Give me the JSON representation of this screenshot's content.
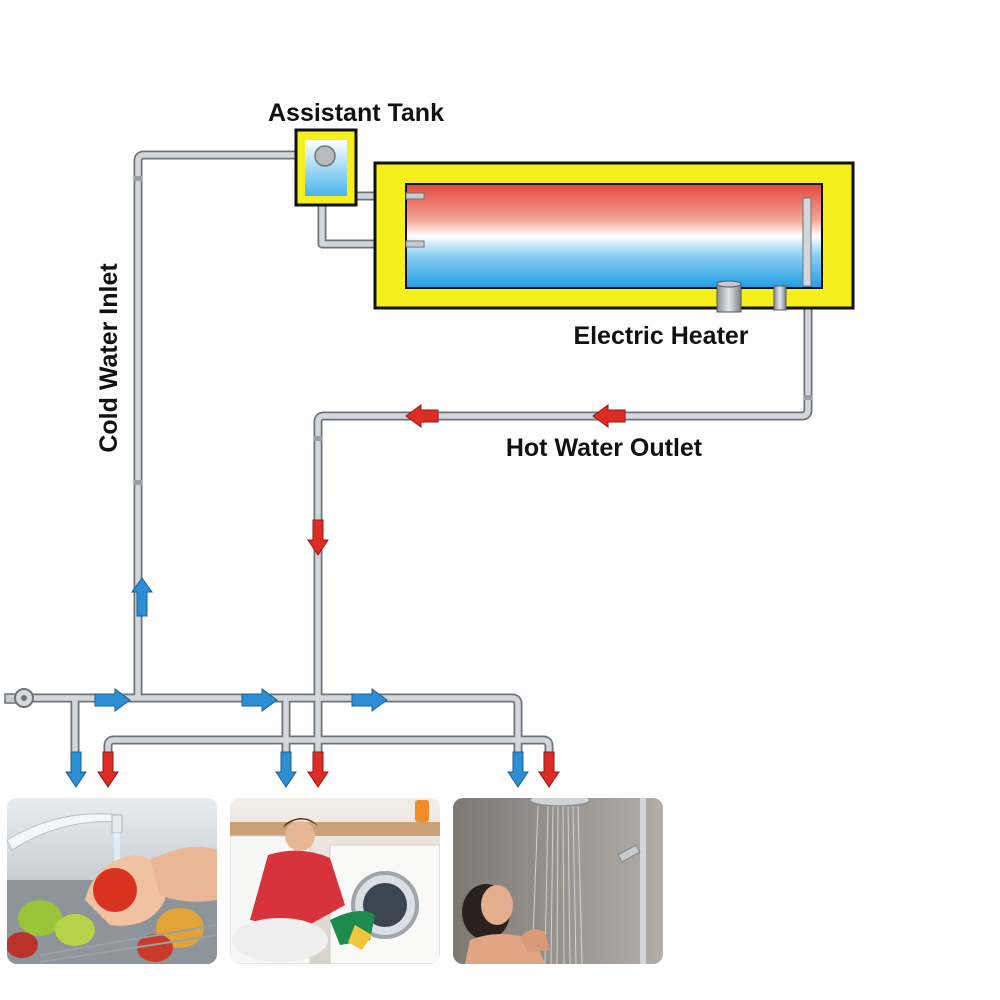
{
  "labels": {
    "assistant_tank": "Assistant Tank",
    "cold_water_inlet": "Cold Water Inlet",
    "electric_heater": "Electric Heater",
    "hot_water_outlet": "Hot Water Outlet"
  },
  "colors": {
    "pipe": "#c8ccd0",
    "pipe_edge": "#6f7378",
    "insulation": "#f5ef1d",
    "hot_water": "#e85045",
    "cold_water": "#38a8e6",
    "hot_arrow": "#dd2c26",
    "cold_arrow": "#2c8fd6"
  },
  "photos": [
    {
      "name": "kitchen-washing-photo",
      "scene": "hands washing fruit under faucet"
    },
    {
      "name": "laundry-photo",
      "scene": "woman loading washing machine"
    },
    {
      "name": "shower-photo",
      "scene": "woman under rain shower head"
    }
  ]
}
